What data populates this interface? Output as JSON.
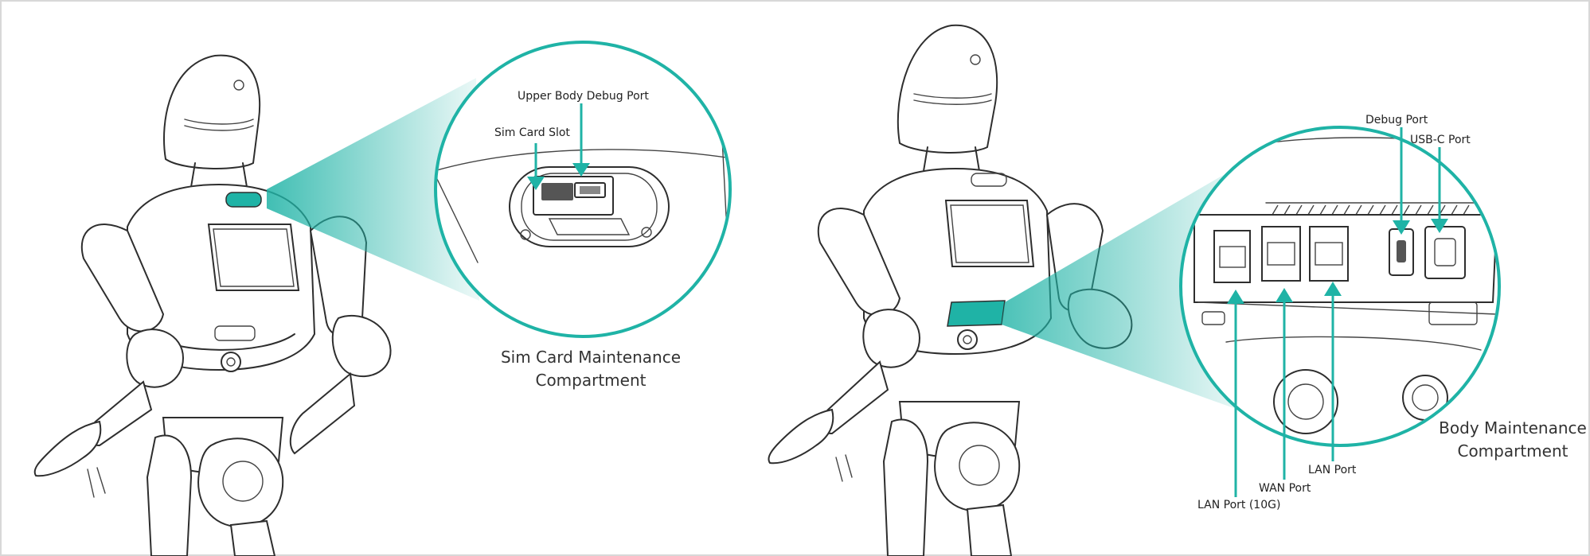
{
  "accent_color": "#1fb3a6",
  "left_panel": {
    "callout_title_line1": "Sim Card Maintenance",
    "callout_title_line2": "Compartment",
    "labels": {
      "upper_body_debug_port": "Upper Body Debug Port",
      "sim_card_slot": "Sim Card Slot"
    }
  },
  "right_panel": {
    "callout_title_line1": "Body Maintenance",
    "callout_title_line2": "Compartment",
    "labels": {
      "debug_port": "Debug Port",
      "usb_c_port": "USB-C Port",
      "lan_port": "LAN Port",
      "wan_port": "WAN Port",
      "lan_port_10g": "LAN Port (10G)"
    }
  }
}
